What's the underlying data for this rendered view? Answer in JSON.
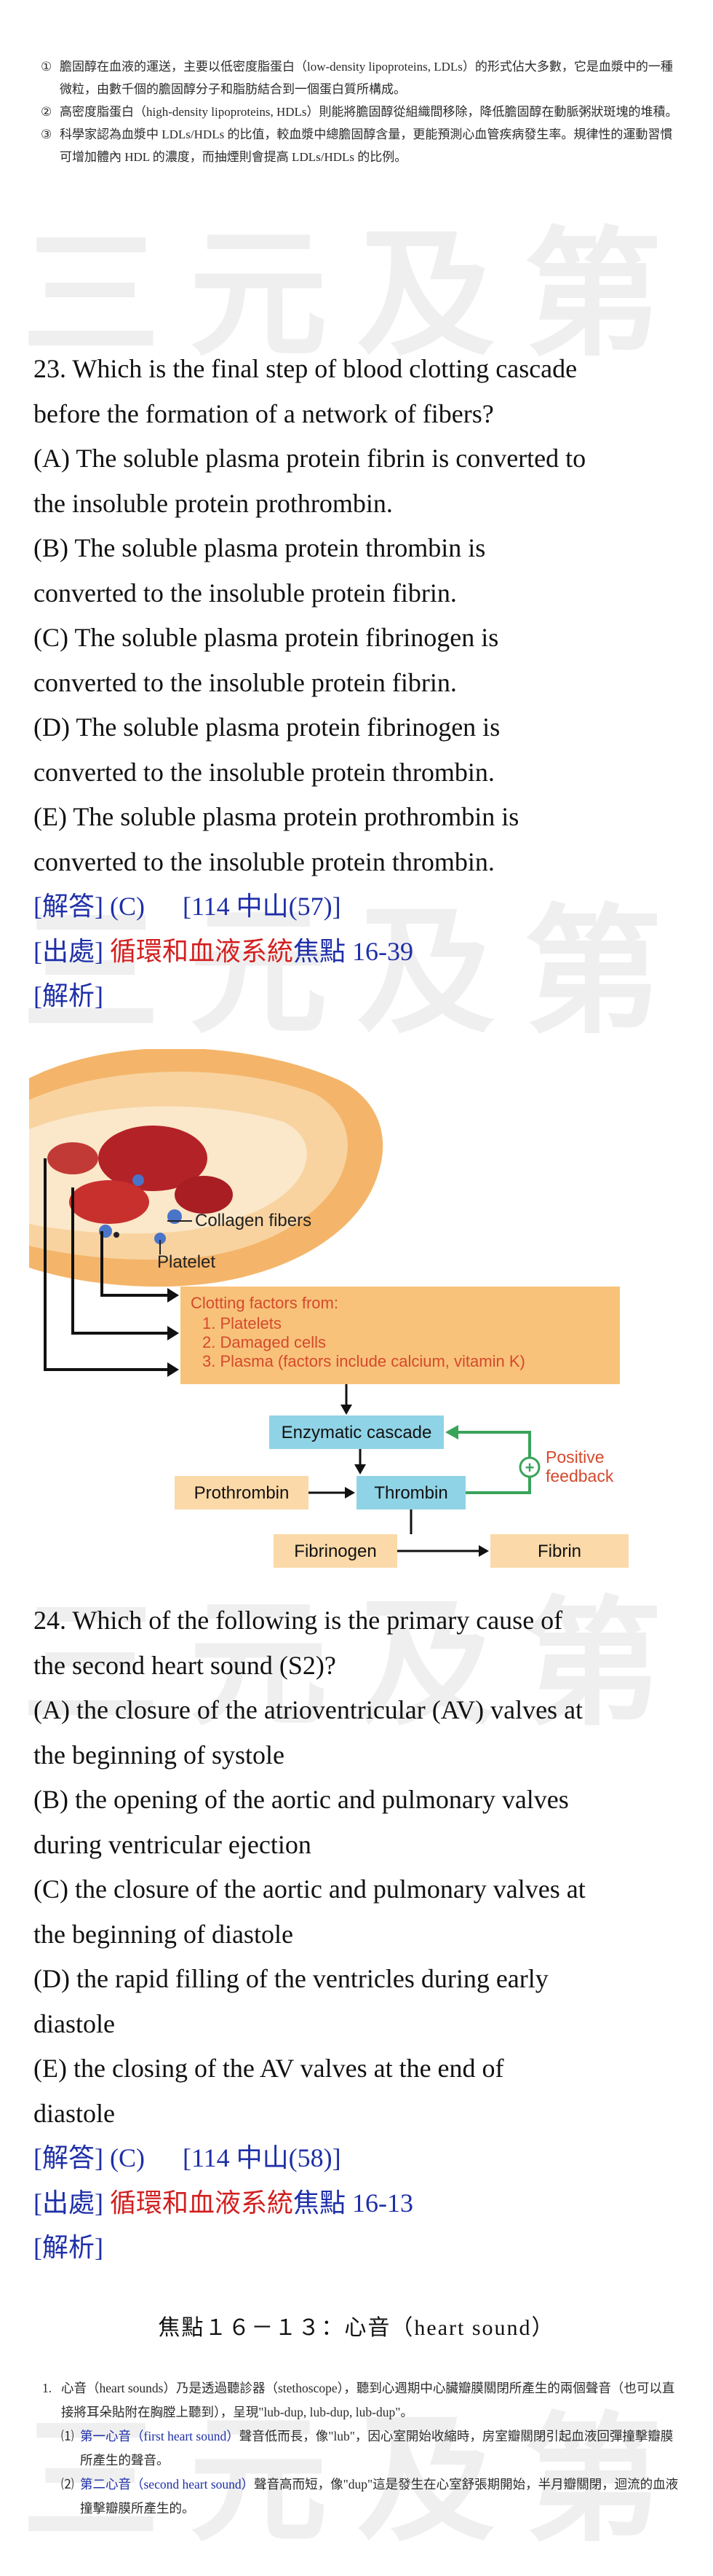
{
  "watermark": "三元及第",
  "notes_top": [
    {
      "num": "①",
      "text": "膽固醇在血液的運送，主要以低密度脂蛋白（low-density lipoproteins, LDLs）的形式佔大多數，它是血漿中的一種微粒，由數千個的膽固醇分子和脂肪結合到一個蛋白質所構成。"
    },
    {
      "num": "②",
      "text": "高密度脂蛋白（high-density lipoproteins, HDLs）則能將膽固醇從組織間移除，降低膽固醇在動脈粥狀斑塊的堆積。"
    },
    {
      "num": "③",
      "text": "科學家認為血漿中 LDLs/HDLs 的比值，較血漿中總膽固醇含量，更能預測心血管疾病發生率。規律性的運動習慣可增加體內 HDL 的濃度，而抽煙則會提高 LDLs/HDLs 的比例。"
    }
  ],
  "q23": {
    "lines": [
      "23. Which is the final step of blood clotting cascade",
      "before the formation of a network of fibers?",
      "(A) The soluble plasma protein fibrin is converted to",
      "the insoluble protein prothrombin.",
      "(B) The soluble plasma protein thrombin is",
      "converted to the insoluble protein fibrin.",
      "(C) The soluble plasma protein fibrinogen is",
      "converted to the insoluble protein fibrin.",
      "(D) The soluble plasma protein fibrinogen is",
      "converted to the insoluble protein thrombin.",
      "(E) The soluble plasma protein prothrombin is",
      "converted to the insoluble protein thrombin."
    ],
    "answer_label": "[解答]",
    "answer": "(C)",
    "source_ref": "[114 中山(57)]",
    "origin_label": "[出處]",
    "origin_red": "循環和血液系統",
    "origin_focus": "焦點 16-39",
    "analysis_label": "[解析]"
  },
  "figure": {
    "collagen_label": "Collagen fibers",
    "platelet_label": "Platelet",
    "clotting_title": "Clotting factors from:",
    "clotting_items": [
      "1. Platelets",
      "2. Damaged cells",
      "3. Plasma (factors include calcium, vitamin K)"
    ],
    "enzymatic": "Enzymatic cascade",
    "prothrombin": "Prothrombin",
    "thrombin": "Thrombin",
    "fibrinogen": "Fibrinogen",
    "fibrin": "Fibrin",
    "positive": "Positive",
    "feedback": "feedback",
    "plus": "+",
    "colors": {
      "orange_box": "#f8c27a",
      "blue_box": "#8fd3e6",
      "peach_box": "#fbd9a8",
      "green_arrow": "#3aa35a",
      "red_text": "#d5492c"
    }
  },
  "q24": {
    "lines": [
      "24. Which of the following is the primary cause of",
      "the second heart sound (S2)?",
      "(A) the closure of the atrioventricular (AV) valves at",
      "the beginning of systole",
      "(B) the opening of the aortic and pulmonary valves",
      "during ventricular ejection",
      "(C) the closure of the aortic and pulmonary valves at",
      "the beginning of diastole",
      "(D) the rapid filling of the ventricles during early",
      "diastole",
      "(E) the closing of the AV valves at the end of",
      "diastole"
    ],
    "answer_label": "[解答]",
    "answer": "(C)",
    "source_ref": "[114 中山(58)]",
    "origin_label": "[出處]",
    "origin_red": "循環和血液系統",
    "origin_focus": "焦點 16-13",
    "analysis_label": "[解析]"
  },
  "section_title": "焦點１６－１３：心音（heart sound）",
  "notes_bottom": {
    "intro_num": "1.",
    "intro": "心音（heart sounds）乃是透過聽診器（stethoscope），聽到心週期中心臟瓣膜關閉所產生的兩個聲音（也可以直接將耳朵貼附在胸膛上聽到），呈現\"lub-dup, lub-dup, lub-dup\"。",
    "items": [
      {
        "num": "⑴",
        "label": "第一心音（first heart sound）",
        "text": "聲音低而長，像\"lub\"，因心室開始收縮時，房室瓣關閉引起血液回彈撞擊瓣膜所產生的聲音。"
      },
      {
        "num": "⑵",
        "label": "第二心音（second heart sound）",
        "text": "聲音高而短，像\"dup\"這是發生在心室舒張期開始，半月瓣關閉，迴流的血液撞擊瓣膜所產生的。"
      }
    ]
  }
}
